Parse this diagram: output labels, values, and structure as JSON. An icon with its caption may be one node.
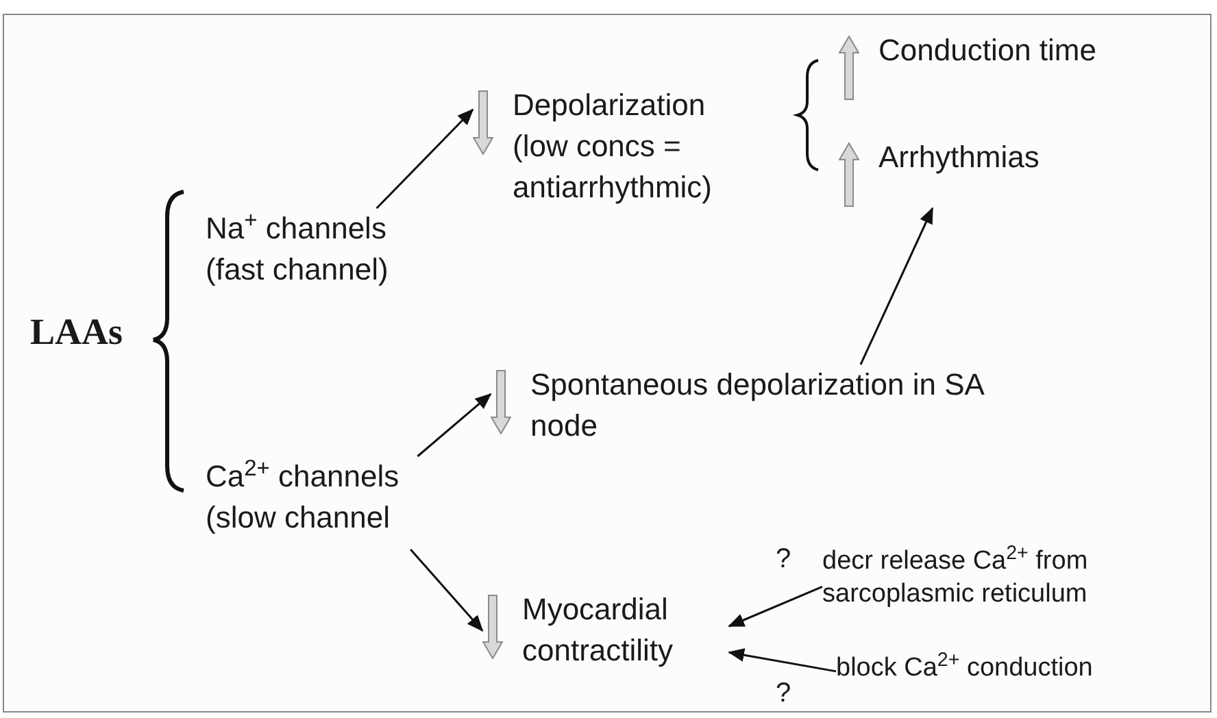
{
  "diagram": {
    "nodes": [
      {
        "text": [
          "LAAs"
        ]
      },
      {
        "text": [
          "Na$^{+}$ channels (fast channel)"
        ]
      },
      {
        "text": [
          "Ca$^{2+}$ channels (slow channel"
        ]
      },
      {
        "text": [
          "Depolarization (low concs = antiarrhythmic)"
        ]
      },
      {
        "text": [
          "Conduction time"
        ]
      },
      {
        "text": [
          "Arrhythmias"
        ]
      },
      {
        "text": [
          "Spontaneous depolarization in SA node"
        ]
      },
      {
        "text": [
          "Myocardial contractility"
        ]
      },
      {
        "text": [
          "decr release Ca$^{2+}$ from sarcoplasmic reticulum"
        ]
      },
      {
        "text": [
          "block Ca$^{2+}$ conduction"
        ]
      }
    ],
    "edges": [
      {
        "from": 1,
        "to": 3,
        "arrow": "to"
      },
      {
        "from": 2,
        "to": 6,
        "arrow": "to"
      },
      {
        "from": 2,
        "to": 7,
        "arrow": "to"
      },
      {
        "from": 6,
        "to": 5,
        "arrow": "to"
      },
      {
        "from": 8,
        "to": 7,
        "arrow": "to"
      },
      {
        "from": 9,
        "to": 7,
        "arrow": "to"
      }
    ],
    "labels": [
      "?",
      "?"
    ]
  }
}
